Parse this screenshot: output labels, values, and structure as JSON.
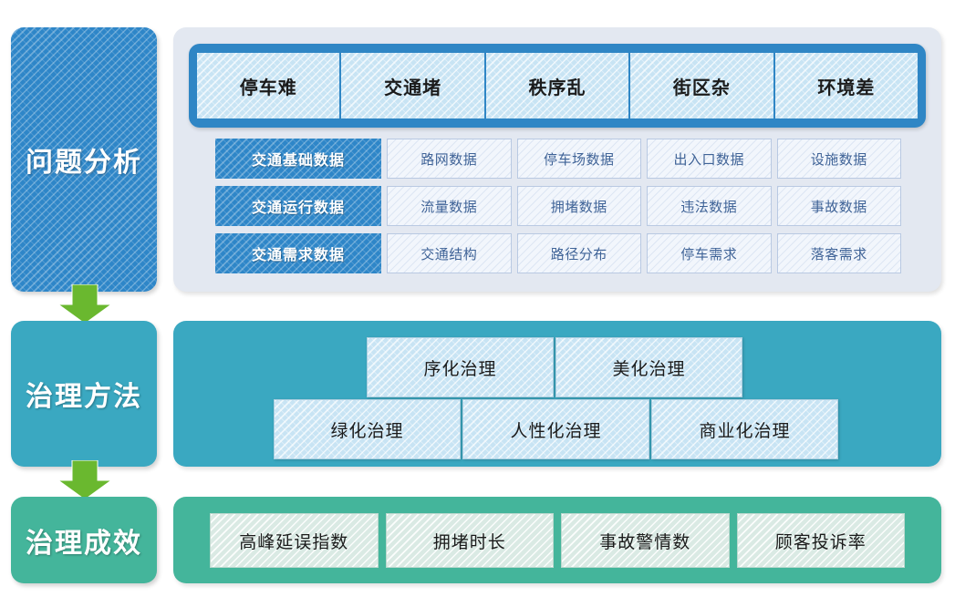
{
  "stages": {
    "problem_label": "问题分析",
    "method_label": "治理方法",
    "effect_label": "治理成效"
  },
  "problem": {
    "issues": [
      "停车难",
      "交通堵",
      "秩序乱",
      "街区杂",
      "环境差"
    ],
    "data_rows": [
      {
        "head": "交通基础数据",
        "cells": [
          "路网数据",
          "停车场数据",
          "出入口数据",
          "设施数据"
        ]
      },
      {
        "head": "交通运行数据",
        "cells": [
          "流量数据",
          "拥堵数据",
          "违法数据",
          "事故数据"
        ]
      },
      {
        "head": "交通需求数据",
        "cells": [
          "交通结构",
          "路径分布",
          "停车需求",
          "落客需求"
        ]
      }
    ]
  },
  "method": {
    "cards": [
      "序化治理",
      "美化治理",
      "绿化治理",
      "人性化治理",
      "商业化治理"
    ]
  },
  "effect": {
    "cards": [
      "高峰延误指数",
      "拥堵时长",
      "事故警情数",
      "顾客投诉率"
    ]
  },
  "colors": {
    "blue": "#2e86c8",
    "teal": "#3aa8c1",
    "mint": "#44b59b",
    "arrow_green": "#6ab82f",
    "panel_bg": "#e3e8f1",
    "light_blue_card": "#c8e4f4"
  },
  "icons": {
    "arrow": "down-arrow-icon"
  }
}
